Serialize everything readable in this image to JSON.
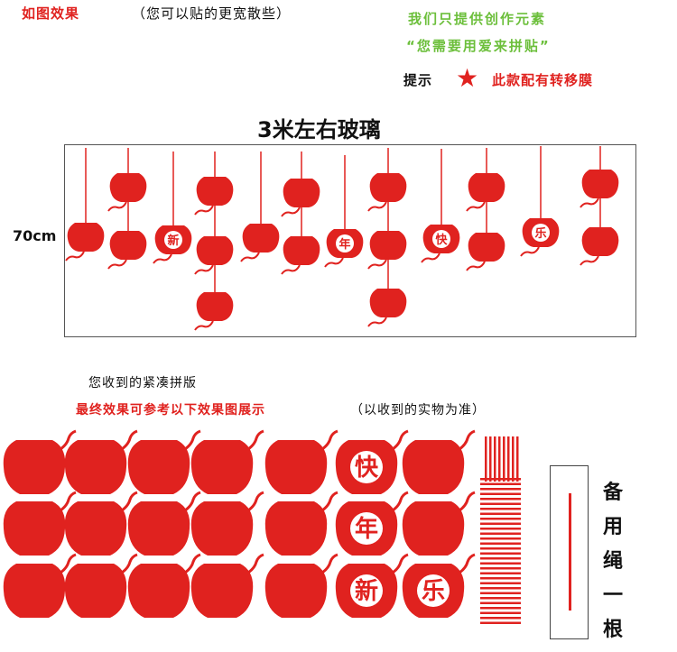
{
  "top_notes": {
    "effect": "如图效果",
    "effect_paren": "（您可以贴的更宽散些）",
    "provide": "我们只提供创作元素",
    "diy": "“您需要用爱来拼贴”",
    "tip_label": "提示",
    "tip_icon": "star-icon",
    "tip_text": "此款配有转移膜"
  },
  "display": {
    "title": "3米左右玻璃",
    "height_label": "70cm",
    "characters": [
      "新",
      "年",
      "快",
      "乐"
    ]
  },
  "layout_section": {
    "received_label": "您收到的紧凑拼版",
    "final_effect": "最终效果可参考以下效果图展示",
    "final_paren": "（以收到的实物为准）",
    "sheet_characters": [
      "快",
      "年",
      "新",
      "乐"
    ]
  },
  "spare_rope": {
    "label": "备用绳一根"
  },
  "colors": {
    "lantern": "#e0221f",
    "green_text": "#6cbf3b",
    "frame": "#555555"
  }
}
